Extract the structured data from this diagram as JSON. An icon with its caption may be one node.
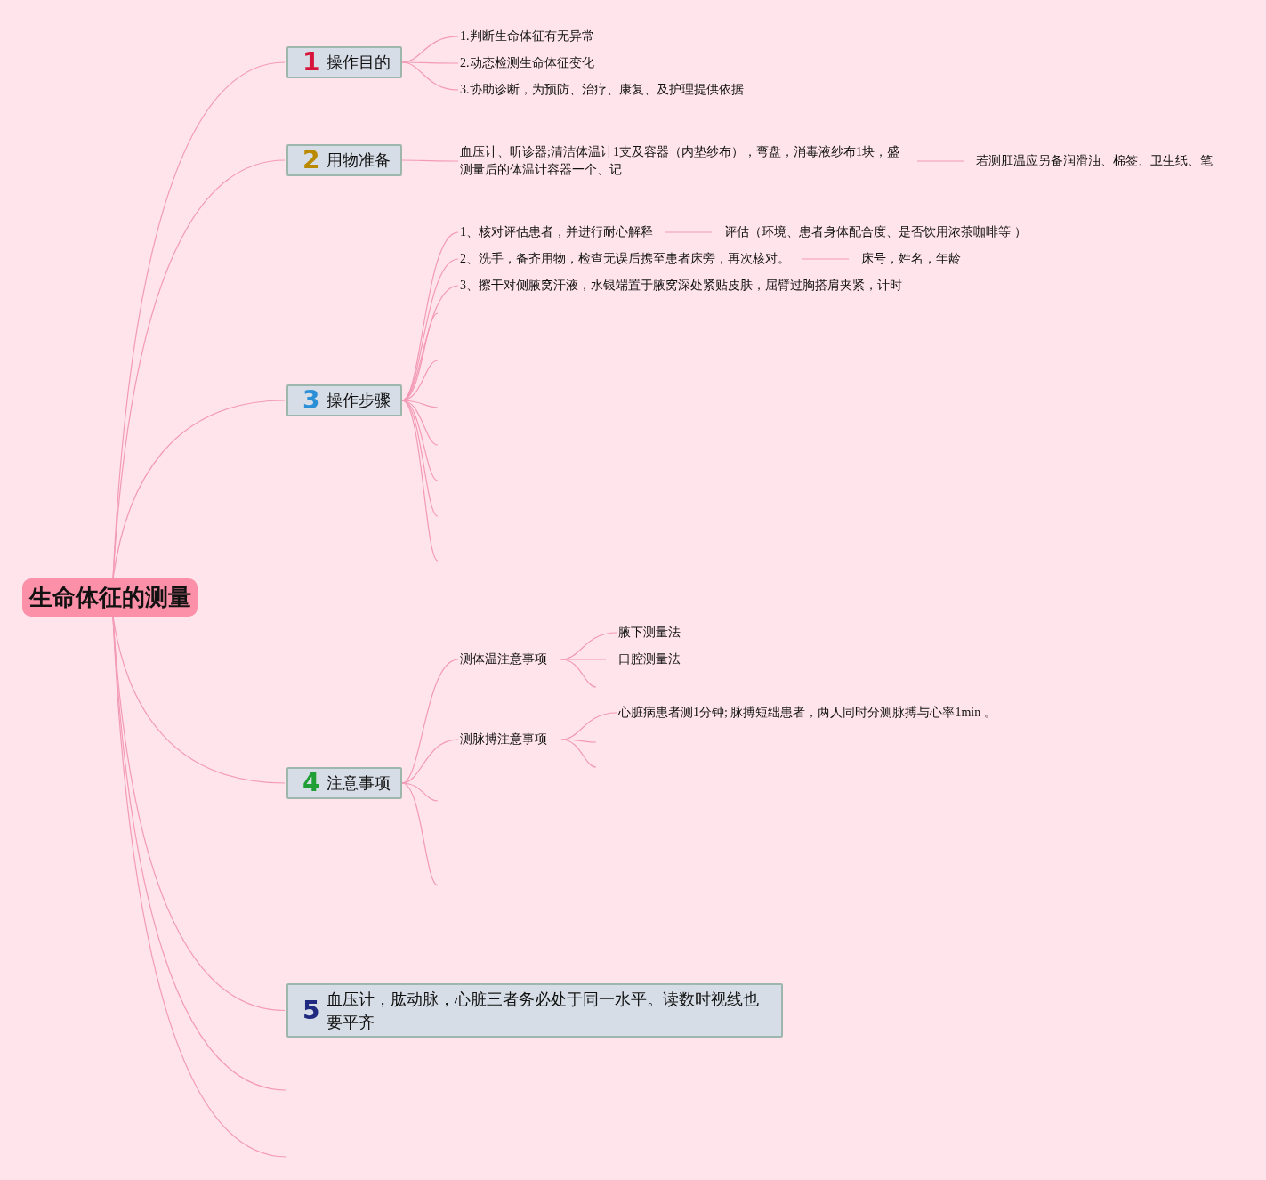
{
  "diagram": {
    "nodes": [
      {
        "text": [
          "生命体征的测量"
        ]
      },
      {
        "text": [
          "1",
          "操作目的"
        ]
      },
      {
        "text": [
          "2",
          "用物准备"
        ]
      },
      {
        "text": [
          "3",
          "操作步骤"
        ]
      },
      {
        "text": [
          "4",
          "注意事项"
        ]
      },
      {
        "text": [
          "5",
          "血压计，肱动脉，心脏三者务必处于同一水平。读数时视线也要平齐"
        ]
      },
      {
        "text": [
          "1.判断生命体征有无异常"
        ]
      },
      {
        "text": [
          "2.动态检测生命体征变化"
        ]
      },
      {
        "text": [
          "3.协助诊断，为预防、治疗、康复、及护理提供依据"
        ]
      },
      {
        "text": [
          "血压计、听诊器;清洁体温计1支及容器（内垫纱布），弯盘，消毒液纱布1块，盛测量后的体温计容器一个、记"
        ]
      },
      {
        "text": [
          "若测肛温应另备润滑油、棉签、卫生纸、笔"
        ]
      },
      {
        "text": [
          "1、核对评估患者，并进行耐心解释"
        ]
      },
      {
        "text": [
          "评估（环境、患者身体配合度、是否饮用浓茶咖啡等 ）"
        ]
      },
      {
        "text": [
          "2、洗手，备齐用物，检查无误后携至患者床旁，再次核对。"
        ]
      },
      {
        "text": [
          "床号，姓名，年龄"
        ]
      },
      {
        "text": [
          "3、擦干对侧腋窝汗液，水银端置于腋窝深处紧贴皮肤，屈臂过胸搭肩夹紧，计时"
        ]
      },
      {
        "text": [
          "测体温注意事项"
        ]
      },
      {
        "text": [
          "腋下测量法"
        ]
      },
      {
        "text": [
          "口腔测量法"
        ]
      },
      {
        "text": [
          "测脉搏注意事项"
        ]
      },
      {
        "text": [
          "心脏病患者测1分钟; 脉搏短绌患者，两人同时分测脉搏与心率1min 。"
        ]
      }
    ],
    "edges": [
      {
        "from": 0,
        "to": 1,
        "arrow": "none"
      },
      {
        "from": 0,
        "to": 2,
        "arrow": "none"
      },
      {
        "from": 0,
        "to": 3,
        "arrow": "none"
      },
      {
        "from": 0,
        "to": 4,
        "arrow": "none"
      },
      {
        "from": 0,
        "to": 5,
        "arrow": "none"
      },
      {
        "from": 0,
        "to": null,
        "arrow": "none"
      },
      {
        "from": 0,
        "to": null,
        "arrow": "none"
      },
      {
        "from": 1,
        "to": 6,
        "arrow": "none"
      },
      {
        "from": 1,
        "to": 7,
        "arrow": "none"
      },
      {
        "from": 1,
        "to": 8,
        "arrow": "none"
      },
      {
        "from": 2,
        "to": 9,
        "arrow": "none"
      },
      {
        "from": 9,
        "to": 10,
        "arrow": "none"
      },
      {
        "from": 3,
        "to": 11,
        "arrow": "none"
      },
      {
        "from": 11,
        "to": 12,
        "arrow": "none"
      },
      {
        "from": 3,
        "to": 13,
        "arrow": "none"
      },
      {
        "from": 13,
        "to": 14,
        "arrow": "none"
      },
      {
        "from": 3,
        "to": 15,
        "arrow": "none"
      },
      {
        "from": 3,
        "to": null,
        "arrow": "none"
      },
      {
        "from": 3,
        "to": null,
        "arrow": "none"
      },
      {
        "from": 3,
        "to": null,
        "arrow": "none"
      },
      {
        "from": 3,
        "to": null,
        "arrow": "none"
      },
      {
        "from": 3,
        "to": null,
        "arrow": "none"
      },
      {
        "from": 3,
        "to": null,
        "arrow": "none"
      },
      {
        "from": 3,
        "to": null,
        "arrow": "none"
      },
      {
        "from": 4,
        "to": 16,
        "arrow": "none"
      },
      {
        "from": 4,
        "to": 19,
        "arrow": "none"
      },
      {
        "from": 4,
        "to": null,
        "arrow": "none"
      },
      {
        "from": 4,
        "to": null,
        "arrow": "none"
      },
      {
        "from": 16,
        "to": 17,
        "arrow": "none"
      },
      {
        "from": 16,
        "to": 18,
        "arrow": "none"
      },
      {
        "from": 16,
        "to": null,
        "arrow": "none"
      },
      {
        "from": 19,
        "to": 20,
        "arrow": "none"
      },
      {
        "from": 19,
        "to": null,
        "arrow": "none"
      },
      {
        "from": 19,
        "to": null,
        "arrow": "none"
      }
    ]
  }
}
